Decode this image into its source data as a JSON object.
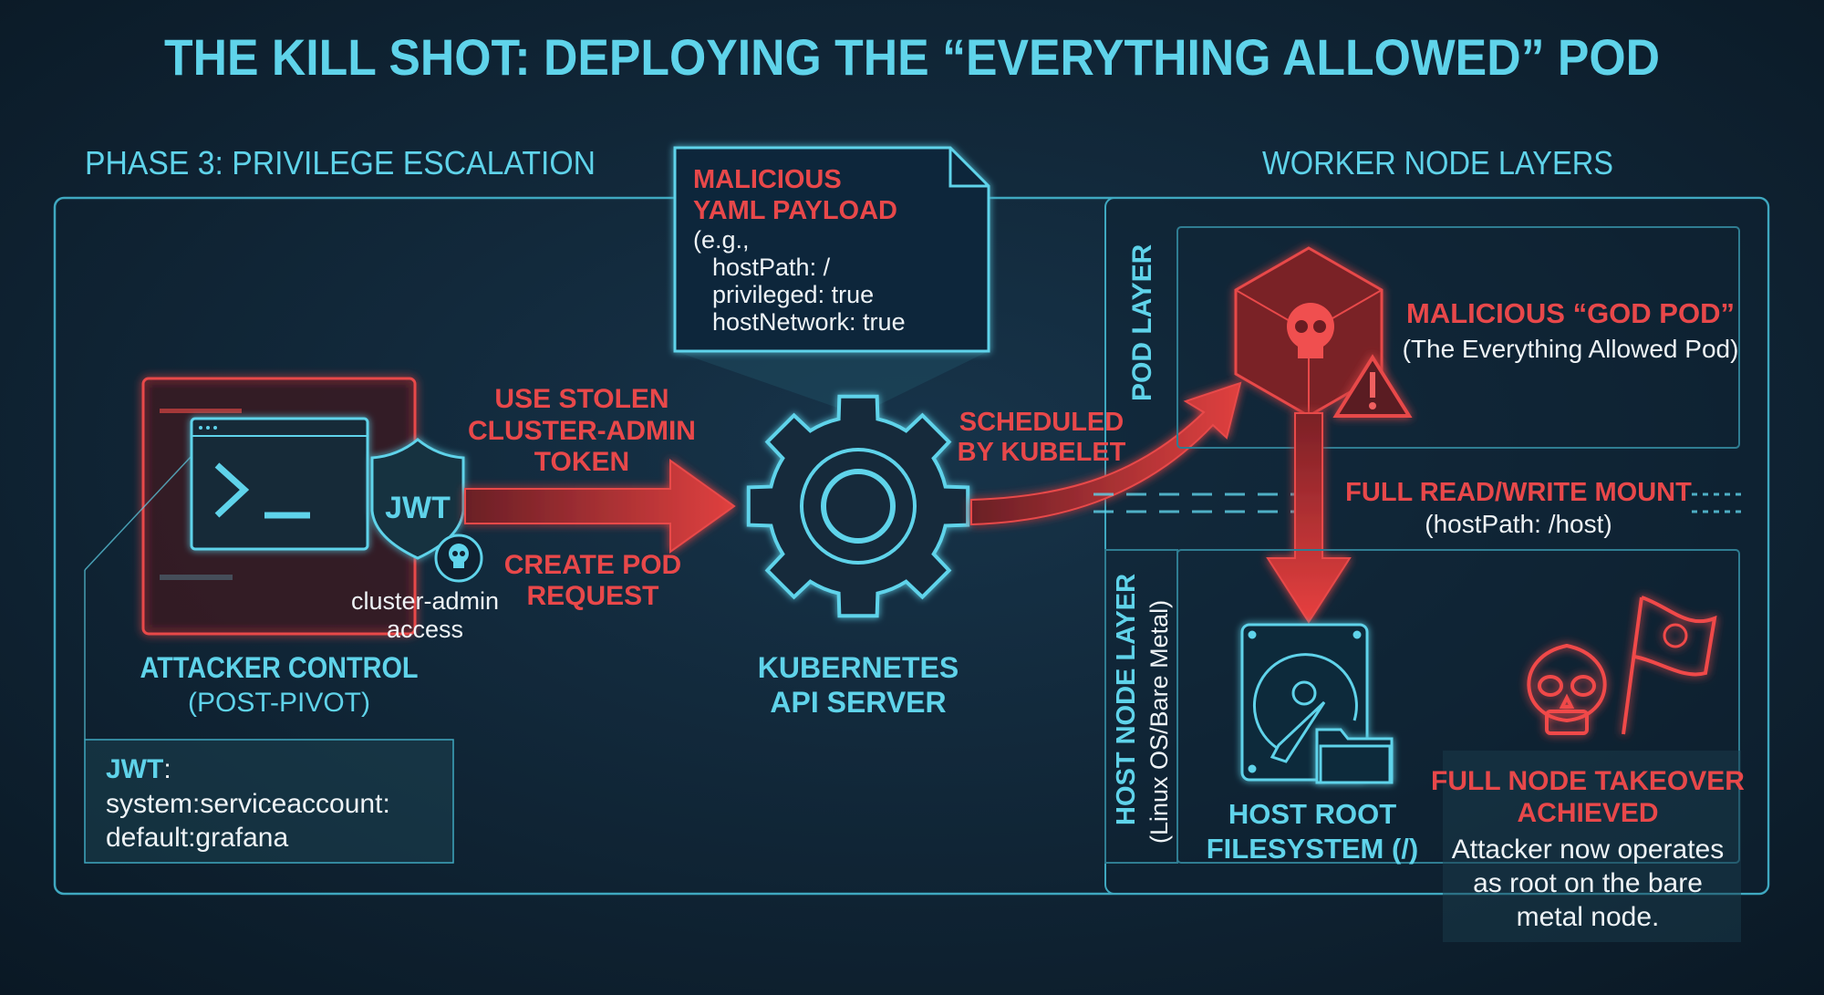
{
  "title": "THE KILL SHOT: DEPLOYING THE “EVERYTHING ALLOWED” POD",
  "phase_label": "PHASE 3: PRIVILEGE ESCALATION",
  "worker_label": "WORKER NODE LAYERS",
  "yaml": {
    "heading_1": "MALICIOUS",
    "heading_2": "YAML PAYLOAD",
    "lines": [
      "(e.g.,",
      "hostPath: /",
      "privileged: true",
      "hostNetwork: true"
    ]
  },
  "attacker": {
    "shield_text": "JWT",
    "access_1": "cluster-admin",
    "access_2": "access",
    "label_1": "ATTACKER CONTROL",
    "label_2": "(POST-PIVOT)"
  },
  "jwt_box": {
    "heading": "JWT",
    "colon": ":",
    "line_1": "system:serviceaccount:",
    "line_2": "default:grafana"
  },
  "arrow_top": [
    "USE STOLEN",
    "CLUSTER-ADMIN",
    "TOKEN"
  ],
  "arrow_bottom": [
    "CREATE POD",
    "REQUEST"
  ],
  "api_server": [
    "KUBERNETES",
    "API SERVER"
  ],
  "scheduled": [
    "SCHEDULED",
    "BY KUBELET"
  ],
  "pod_layer": {
    "label": "POD LAYER",
    "title": "MALICIOUS “GOD POD”",
    "subtitle": "(The Everything Allowed Pod)"
  },
  "mount": {
    "title": "FULL READ/WRITE MOUNT",
    "subtitle": "(hostPath: /host)"
  },
  "host_layer": {
    "label": "HOST NODE LAYER",
    "sublabel": "(Linux OS/Bare Metal)",
    "fs_1": "HOST ROOT",
    "fs_2": "FILESYSTEM (/)",
    "takeover_1": "FULL NODE TAKEOVER",
    "takeover_2": "ACHIEVED",
    "desc": [
      "Attacker now operates",
      "as root on the bare",
      "metal node."
    ]
  },
  "colors": {
    "cyan": "#5fd3ea",
    "red": "#e8484a",
    "background": "#0f2536"
  }
}
